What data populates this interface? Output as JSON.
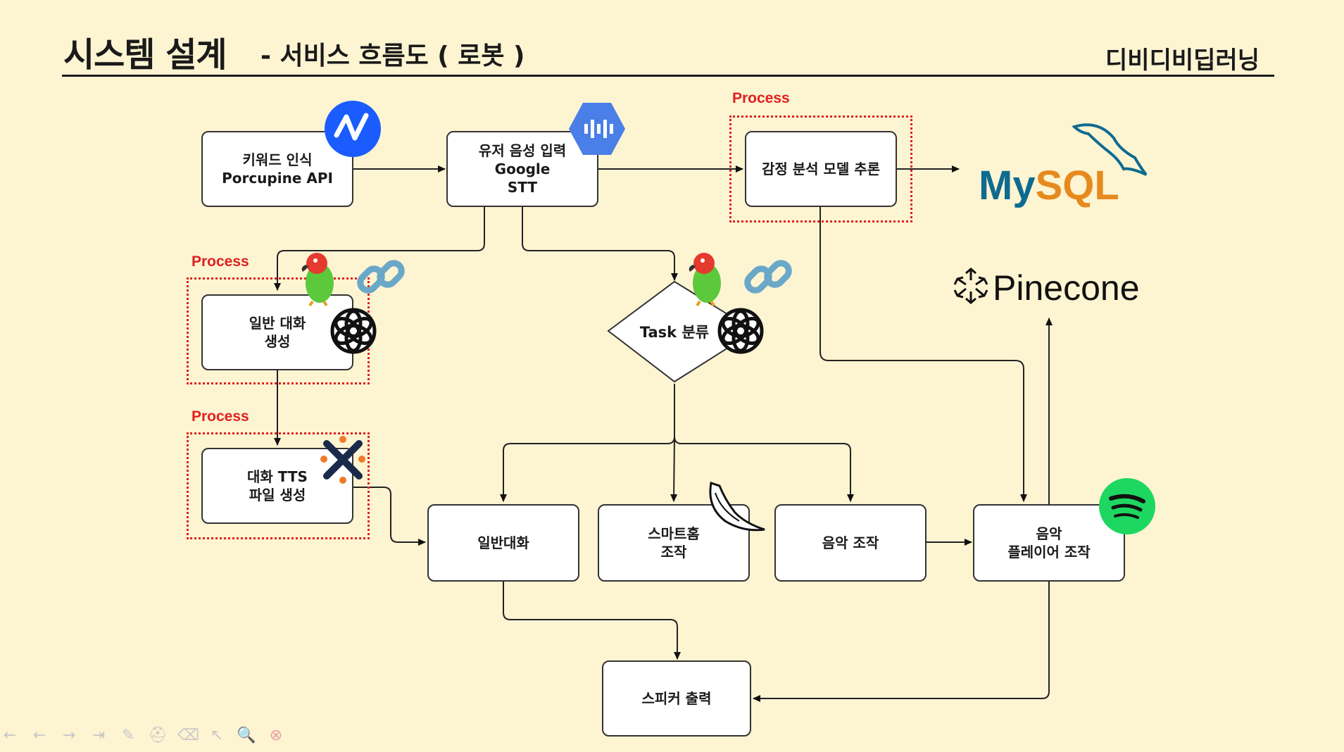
{
  "header": {
    "title": "시스템 설계",
    "subtitle": "- 서비스 흐름도 ( 로봇 )",
    "brand": "디비디비딥러닝"
  },
  "process_label": "Process",
  "nodes": {
    "keyword": "키워드 인식\nPorcupine API",
    "voice": "유저 음성 입력\nGoogle\nSTT",
    "emotion": "감정 분석 모델 추론",
    "general_gen": "일반 대화\n생성",
    "task": "Task 분류",
    "tts": "대화 TTS\n파일 생성",
    "general": "일반대화",
    "smarthome": "스마트홈\n조작",
    "music": "음악 조작",
    "player": "음악\n플레이어 조작",
    "speaker": "스피커 출력"
  },
  "logos": {
    "mysql_my": "My",
    "mysql_sql": "SQL",
    "pinecone": "Pinecone",
    "icons": [
      "porcupine-logo",
      "google-stt-logo",
      "parrot-icon",
      "chain-link-icon",
      "openai-logo",
      "tts-logo",
      "flask-horn-logo",
      "spotify-logo",
      "mysql-dolphin",
      "pinecone-logo"
    ]
  },
  "toolbar": [
    "←",
    "←",
    "→",
    "⇥",
    "✎",
    "⛑",
    "⌫",
    "↖",
    "🔍",
    "⊗"
  ],
  "colors": {
    "background": "#fdf4d2",
    "process": "#e02020",
    "accent_blue": "#1a5cff",
    "spotify": "#1ed760"
  }
}
